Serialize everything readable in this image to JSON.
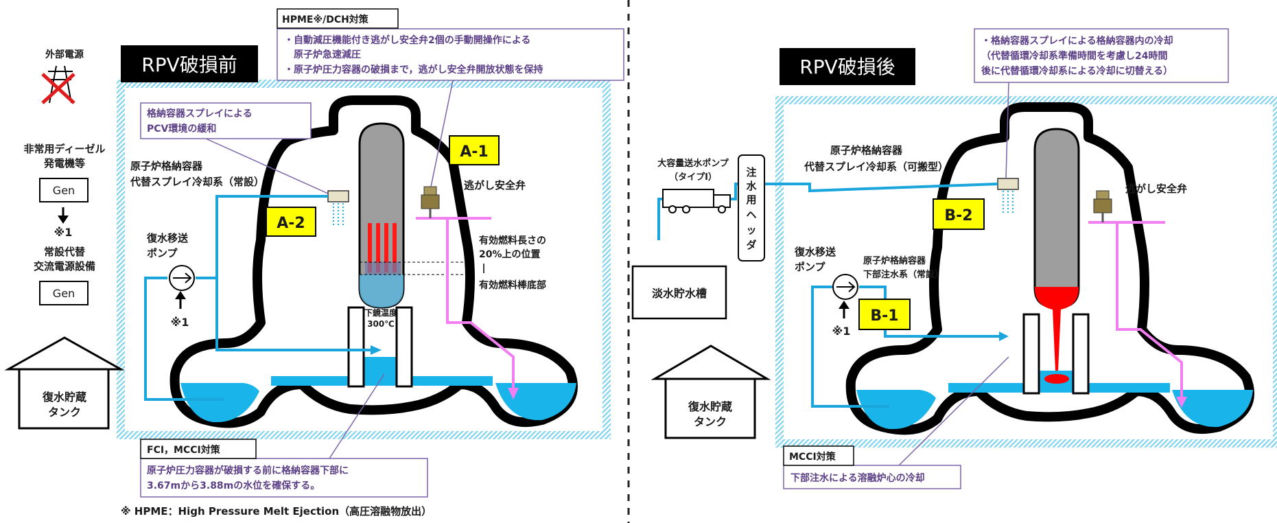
{
  "left": {
    "section_label": "RPV破損前",
    "power": {
      "grid_label": "外部電源",
      "edg_label_1": "非常用ディーゼル",
      "edg_label_2": "発電機等",
      "gen1": "Gen",
      "gen_note": "※1",
      "ac_label_1": "常設代替",
      "ac_label_2": "交流電源設備",
      "gen2": "Gen"
    },
    "callout_top": {
      "title": "HPME※/DCH対策",
      "line1": "・自動減圧機能付き逃がし安全弁2個の手動開操作による",
      "line2": "原子炉急速減圧",
      "line3": "・原子炉圧力容器の破損まで，逃がし安全弁開放状態を保持"
    },
    "callout_spray": {
      "line1": "格納容器スプレイによる",
      "line2": "PCV環境の緩和"
    },
    "spray_system_1": "原子炉格納容器",
    "spray_system_2": "代替スプレイ冷却系（常設）",
    "pump_1": "復水移送",
    "pump_2": "ポンプ",
    "pump_note": "※1",
    "tank_1": "復水貯蔵",
    "tank_2": "タンク",
    "badge_a1": "A-1",
    "badge_a2": "A-2",
    "srv": "逃がし安全弁",
    "fuel_level_1": "有効燃料長さの",
    "fuel_level_2": "20%上の位置",
    "fuel_bottom": "有効燃料棒底部",
    "head_temp_1": "下鏡温度",
    "head_temp_2": "300℃",
    "callout_bottom": {
      "title": "FCI，MCCI対策",
      "line1": "原子炉圧力容器が破損する前に格納容器下部に",
      "line2": "3.67mから3.88mの水位を確保する。"
    },
    "footnote": "※ HPME：High Pressure Melt Ejection（高圧溶融物放出）"
  },
  "right": {
    "section_label": "RPV破損後",
    "callout_top": {
      "line1": "・格納容器スプレイによる格納容器内の冷却",
      "line2": "（代替循環冷却系準備時間を考慮し24時間",
      "line3": "後に代替循環冷却系による冷却に切替える）"
    },
    "truck_1": "大容量送水ポンプ",
    "truck_2": "（タイプⅠ）",
    "header_label": [
      "注",
      "水",
      "用",
      "ヘ",
      "ッ",
      "ダ"
    ],
    "water_tank": "淡水貯水槽",
    "spray_system_1": "原子炉格納容器",
    "spray_system_2": "代替スプレイ冷却系（可搬型）",
    "srv": "逃がし安全弁",
    "badge_b2": "B-2",
    "badge_b1": "B-1",
    "pump_1": "復水移送",
    "pump_2": "ポンプ",
    "pump_note": "※1",
    "lower_system_1": "原子炉格納容器",
    "lower_system_2": "下部注水系（常設）",
    "tank_1": "復水貯蔵",
    "tank_2": "タンク",
    "callout_bottom": {
      "title": "MCCI対策",
      "line1": "下部注水による溶融炉心の冷却"
    }
  },
  "colors": {
    "water": "#19b5ea",
    "pipe": "#1aa6dd",
    "steam": "#f27ef2",
    "badge": "#ffff00",
    "purple_border": "#7b63a8",
    "melt": "#ff0000",
    "vessel": "#9e9e9e",
    "containment_frame": "#7fd3ee"
  },
  "icons": [
    "pylon-icon",
    "pump-icon",
    "truck-icon",
    "house-tank-icon",
    "spray-nozzle-icon",
    "valve-icon"
  ]
}
